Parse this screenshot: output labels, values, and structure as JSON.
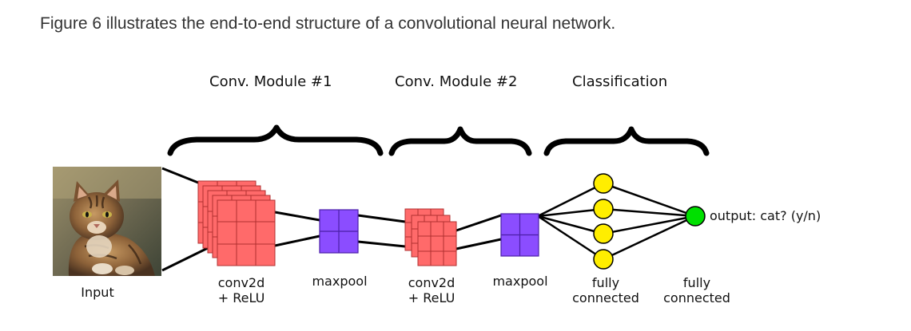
{
  "caption": "Figure 6 illustrates the end-to-end structure of a convolutional neural network.",
  "sections": {
    "module1": "Conv. Module #1",
    "module2": "Conv. Module #2",
    "classification": "Classification"
  },
  "labels": {
    "input": "Input",
    "conv1_line1": "conv2d",
    "conv1_line2": "+ ReLU",
    "pool1": "maxpool",
    "conv2_line1": "conv2d",
    "conv2_line2": "+ ReLU",
    "pool2": "maxpool",
    "fc1_line1": "fully",
    "fc1_line2": "connected",
    "fc2_line1": "fully",
    "fc2_line2": "connected",
    "output": "output: cat? (y/n)"
  },
  "colors": {
    "conv": "#ff6a6a",
    "pool": "#8b4dff",
    "hidden_node": "#ffee00",
    "output_node": "#00e000"
  },
  "icons": {
    "input_image": "cat-photo"
  }
}
